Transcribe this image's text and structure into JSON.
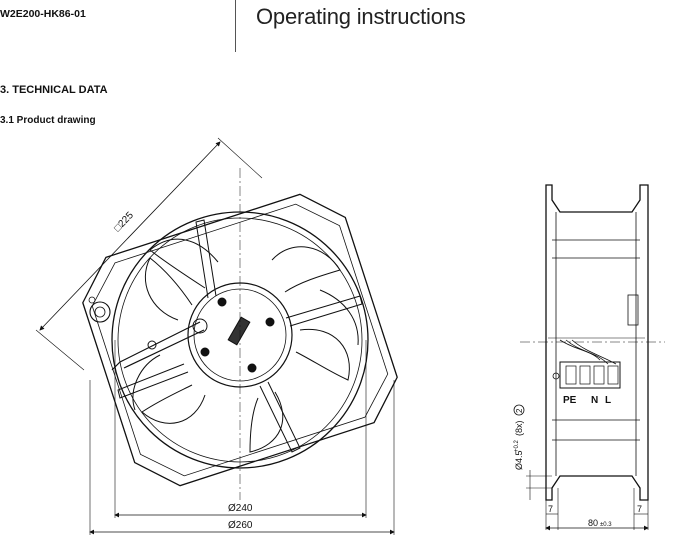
{
  "header": {
    "model_number": "W2E200-HK86-01",
    "document_title": "Operating instructions"
  },
  "section": {
    "heading": "3. TECHNICAL DATA",
    "subheading": "3.1 Product drawing"
  },
  "drawing": {
    "front_view": {
      "dim_diagonal": "□225",
      "dim_inner_diameter": "Ø240",
      "dim_outer_diameter": "Ø260"
    },
    "side_view": {
      "terminal_labels": [
        "PE",
        "N",
        "L"
      ],
      "hole_dim": "Ø4.5",
      "hole_tolerance": "+0.2",
      "hole_count": "(8x)",
      "hole_note": "2",
      "dim_left": "7",
      "dim_right": "7",
      "dim_depth": "80",
      "dim_depth_tolerance": "±0.3"
    }
  }
}
